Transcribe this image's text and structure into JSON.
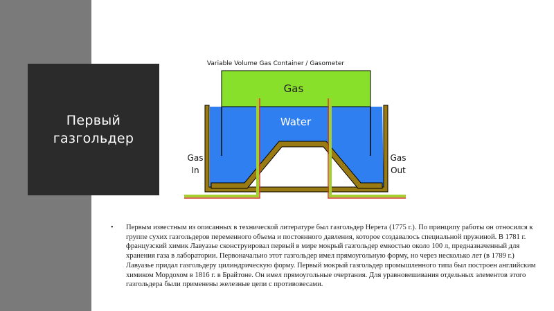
{
  "slide": {
    "title_lines": [
      "Первый",
      "газгольдер"
    ],
    "body": "Первым известным из описанных в технической литературе был газгольдер Нерета (1775 г.). По принципу работы он относился к группе сухих газгольдеров переменного объема и постоянного давления, которое создавалось специальной пружиной. В 1781 г. французский химик Лавуазье сконструировал первый в мире мокрый газгольдер емкостью около 100 л, предназначенный для хранения газа в лаборатории. Первоначально этот газгольдер имел прямоугольную форму, но через несколько лет (в 1789 г.) Лавуазье придал газгольдеру цилиндрическую форму. Первый мокрый газгольдер промышленного типа был построен английским химиком Мордохом в 1816 г. в Брайтоне. Он имел прямоугольные очертания. Для уравновешивания отдельных элементов этого газгольдера были применены железные цепи с противовесами."
  },
  "diagram": {
    "caption": "Variable Volume Gas Container / Gasometer",
    "gas_label": "Gas",
    "water_label": "Water",
    "gas_in_label": [
      "Gas",
      "In"
    ],
    "gas_out_label": [
      "Gas",
      "Out"
    ],
    "colors": {
      "gas": "#88e02a",
      "water": "#2f7ff0",
      "tank_wall": "#9a7a12",
      "pipe_green": "#a5cf2c",
      "pipe_red": "#d23a2a",
      "left_bar": "#7a7a7a",
      "title_box": "#2b2b2b"
    }
  }
}
